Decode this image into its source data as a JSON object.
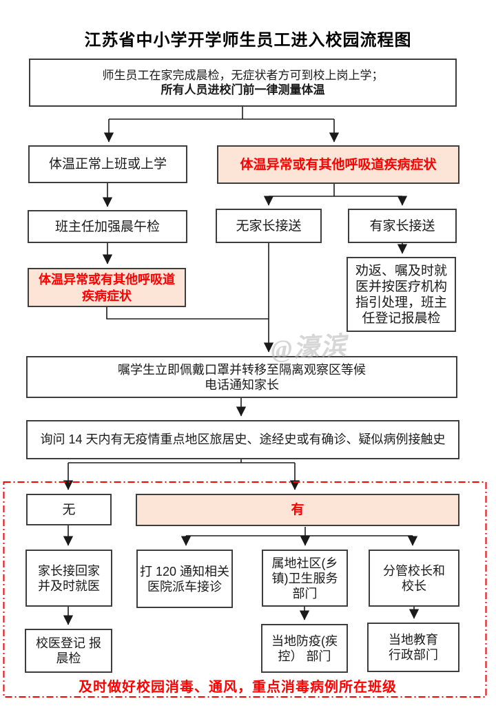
{
  "title": "江苏省中小学开学师生员工进入校园流程图",
  "watermark": "@濠滨",
  "colors": {
    "highlight_fill": "#fce4d6",
    "alert_text": "#ff0000",
    "box_border": "#3d3d3d",
    "dashed_zone_border": "#ff0000",
    "connector": "#1a1a1a"
  },
  "nodes": {
    "morning_check": {
      "line1": "师生员工在家完成晨检，无症状者方可到校上岗上学；",
      "line2": "所有人员进校门前一律测量体温"
    },
    "temp_normal": {
      "label": "体温正常上班或上学"
    },
    "temp_abnormal": {
      "label": "体温异常或有其他呼吸道疾病症状"
    },
    "teacher_morning_noon_check": {
      "label": "班主任加强晨午检"
    },
    "no_parent_pickup": {
      "label": "无家长接送"
    },
    "parent_pickup": {
      "label": "有家长接送"
    },
    "temp_abnormal_2": {
      "line1": "体温异常或有其他呼吸道",
      "line2": "疾病症状"
    },
    "turn_back": {
      "lines": [
        "劝返、嘱及时就",
        "医并按医疗机构",
        "指引处理，班主",
        "任登记报晨检"
      ]
    },
    "isolate_wait": {
      "line1": "嘱学生立即佩戴口罩并转移至隔离观察区等候",
      "line2": "电话通知家长"
    },
    "ask_history": {
      "label": "询问 14 天内有无疫情重点地区旅居史、途经史或有确诊、疑似病例接触史"
    },
    "history_no": {
      "label": "无"
    },
    "history_yes": {
      "label": "有"
    },
    "parent_take_home": {
      "line1": "家长接回家",
      "line2": "并及时就医"
    },
    "call_120": {
      "line1": "打 120 通知相关",
      "line2": "医院派车接诊"
    },
    "community_health": {
      "lines": [
        "属地社区(乡",
        "镇)卫生服务",
        "部门"
      ]
    },
    "vice_principal": {
      "line1": "分管校长和",
      "line2": "校长"
    },
    "school_doctor_register": {
      "line1": "校医登记 报",
      "line2": "晨检"
    },
    "local_cdc": {
      "line1": "当地防疫(疾",
      "line2": "控） 部门"
    },
    "education_admin": {
      "line1": "当地教育",
      "line2": "行政部门"
    }
  },
  "footer_note": "及时做好校园消毒、通风，重点消毒病例所在班级"
}
